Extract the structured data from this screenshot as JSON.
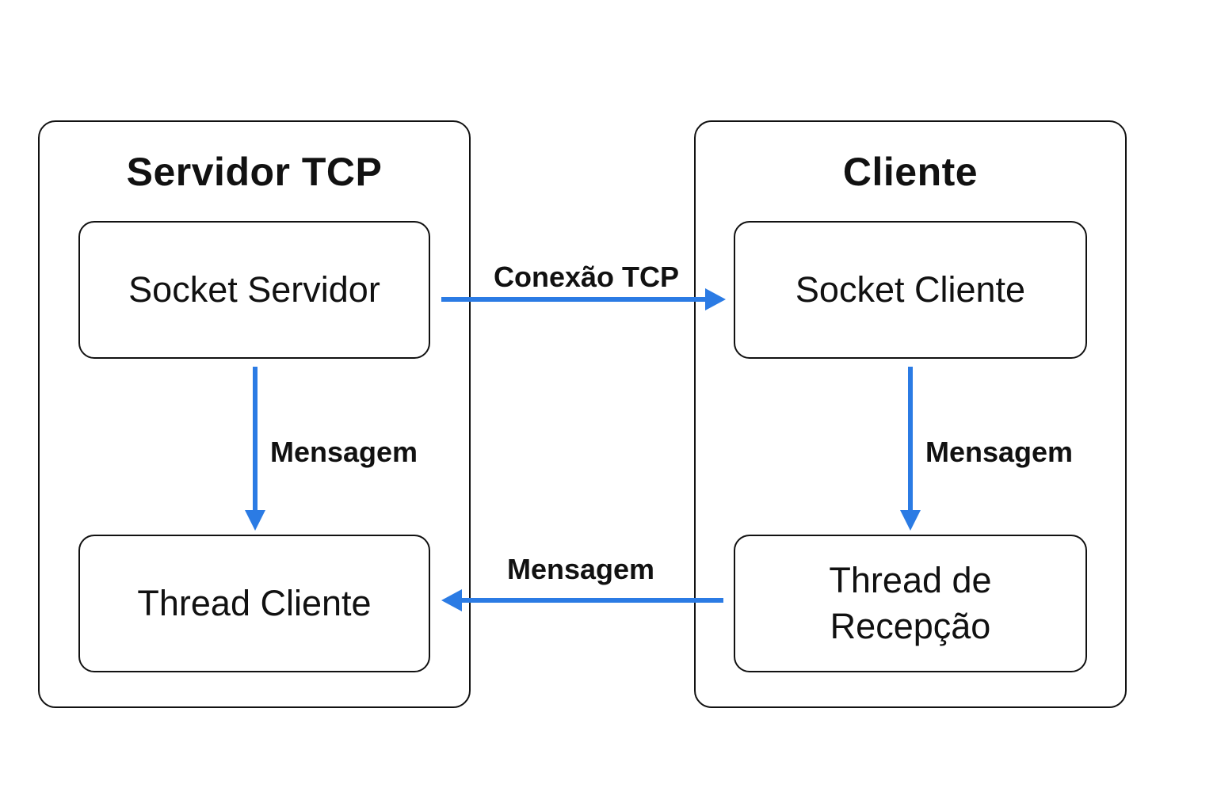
{
  "colors": {
    "arrow": "#2B7BE4",
    "border": "#111111",
    "text": "#111111",
    "background": "#ffffff"
  },
  "server": {
    "title": "Servidor TCP",
    "socket": "Socket Servidor",
    "thread": "Thread Cliente"
  },
  "client": {
    "title": "Cliente",
    "socket": "Socket Cliente",
    "thread": "Thread de Recepção"
  },
  "edges": {
    "connection": "Conexão TCP",
    "server_internal": "Mensagem",
    "client_internal": "Mensagem",
    "reply": "Mensagem"
  }
}
